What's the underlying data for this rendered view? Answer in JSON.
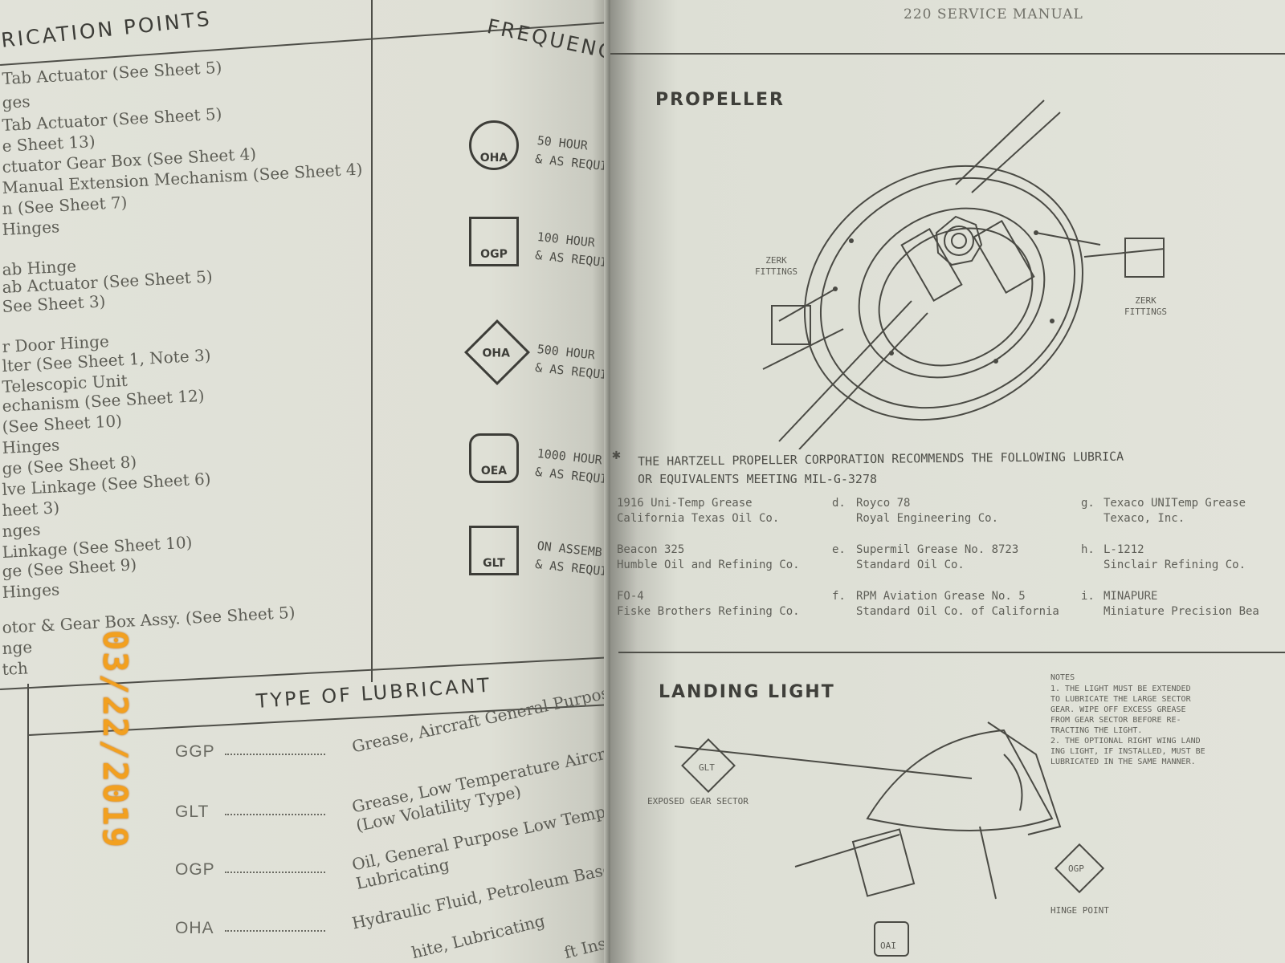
{
  "left_page": {
    "header_points": "RICATION POINTS",
    "header_frequency": "FREQUENCY",
    "lubrication_points": [
      "Tab Actuator (See Sheet 5)",
      "ges",
      "Tab Actuator  (See Sheet 5)",
      "e Sheet 13)",
      "ctuator Gear Box (See Sheet 4)",
      "Manual Extension Mechanism (See Sheet 4)",
      "n (See Sheet 7)",
      "Hinges",
      "ab Hinge",
      "ab Actuator (See Sheet 5)",
      "See Sheet 3)",
      "r Door Hinge",
      "lter (See Sheet 1,  Note 3)",
      "Telescopic Unit",
      "echanism (See Sheet 12)",
      "(See Sheet 10)",
      "Hinges",
      "ge (See Sheet 8)",
      "lve Linkage (See Sheet 6)",
      "heet 3)",
      "nges",
      "Linkage (See Sheet 10)",
      "ge (See Sheet 9)",
      "Hinges",
      "otor & Gear Box Assy. (See Sheet 5)",
      "nge",
      "tch"
    ],
    "frequency_items": [
      {
        "symbol": "OHA",
        "shape": "circle",
        "line1": "50 HOUR",
        "line2": "& AS REQUI"
      },
      {
        "symbol": "OGP",
        "shape": "square",
        "line1": "100 HOUR",
        "line2": "& AS REQUI"
      },
      {
        "symbol": "OHA",
        "shape": "diamond",
        "line1": "500 HOUR",
        "line2": "& AS REQUI"
      },
      {
        "symbol": "OEA",
        "shape": "hexagon",
        "line1": "1000 HOUR",
        "line2": "& AS REQUI"
      },
      {
        "symbol": "GLT",
        "shape": "square",
        "line1": "ON ASSEMB",
        "line2": "& AS REQUI"
      }
    ],
    "type_of_lubricant_title": "TYPE OF LUBRICANT",
    "lubricants": [
      {
        "code": "GGP",
        "desc1": "Grease, Aircraft General Purpose",
        "desc2": ""
      },
      {
        "code": "GLT",
        "desc1": "Grease, Low Temperature Aircraft",
        "desc2": "(Low Volatility Type)"
      },
      {
        "code": "OGP",
        "desc1": "Oil, General Purpose Low Temper",
        "desc2": "Lubricating"
      },
      {
        "code": "OHA",
        "desc1": "Hydraulic Fluid, Petroleum Base",
        "desc2": ""
      }
    ],
    "bottom_partial": "hite, Lubricating",
    "bottom_partial2": "ft Instru",
    "date_stamp": "03/22/2019"
  },
  "right_page": {
    "header": "220 SERVICE MANUAL",
    "propeller_title": "PROPELLER",
    "zerk_left": "ZERK\nFITTINGS",
    "zerk_right": "ZERK\nFITTINGS",
    "asterisk": "✱",
    "recommendation_line1": "THE HARTZELL PROPELLER CORPORATION RECOMMENDS THE FOLLOWING LUBRICA",
    "recommendation_line2": "OR EQUIVALENTS MEETING MIL-G-3278",
    "lubricant_list": [
      {
        "letter": "",
        "name": "1916 Uni-Temp Grease",
        "maker": "California Texas Oil Co."
      },
      {
        "letter": "",
        "name": "Beacon 325",
        "maker": "Humble Oil and Refining Co."
      },
      {
        "letter": "",
        "name": "FO-4",
        "maker": "Fiske Brothers Refining Co."
      },
      {
        "letter": "d.",
        "name": "Royco 78",
        "maker": "Royal Engineering Co."
      },
      {
        "letter": "e.",
        "name": "Supermil Grease No. 8723",
        "maker": "Standard Oil Co."
      },
      {
        "letter": "f.",
        "name": "RPM Aviation Grease No. 5",
        "maker": "Standard Oil Co. of California"
      },
      {
        "letter": "g.",
        "name": "Texaco UNITemp Grease",
        "maker": "Texaco, Inc."
      },
      {
        "letter": "h.",
        "name": "L-1212",
        "maker": "Sinclair Refining Co."
      },
      {
        "letter": "i.",
        "name": "MINAPURE",
        "maker": "Miniature Precision Bea"
      }
    ],
    "landing_light_title": "LANDING LIGHT",
    "exposed_gear_sector": "EXPOSED GEAR SECTOR",
    "hinge_point": "HINGE POINT",
    "notes_title": "NOTES",
    "notes_lines": [
      "1. THE LIGHT MUST BE EXTENDED",
      "TO LUBRICATE THE LARGE SECTOR",
      "GEAR.   WIPE OFF EXCESS GREASE",
      "FROM GEAR SECTOR BEFORE RE-",
      "TRACTING THE LIGHT.",
      "2. THE OPTIONAL RIGHT WING LAND",
      "ING LIGHT, IF INSTALLED, MUST BE",
      "LUBRICATED IN THE SAME MANNER."
    ],
    "symbol_gear": "GLT",
    "symbol_hinge": "OGP",
    "symbol_bottom": "OAI"
  }
}
